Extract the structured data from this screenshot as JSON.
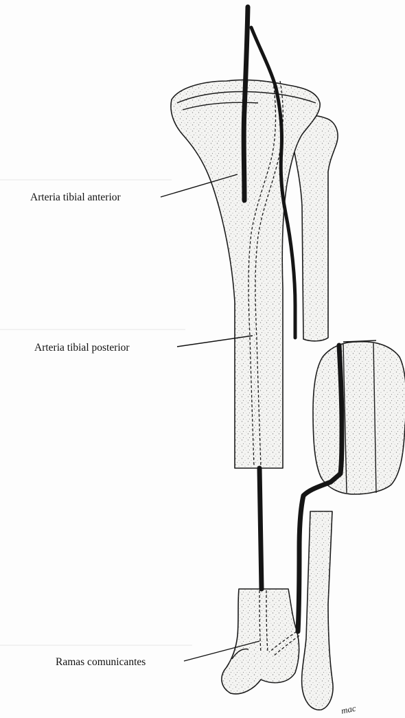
{
  "labels": {
    "anterior": "Arteria tibial anterior",
    "posterior": "Arteria tibial posterior",
    "comunicantes": "Ramas comunicantes"
  },
  "signature": "mac",
  "colors": {
    "ink": "#151515",
    "bone_fill": "#f4f4f2",
    "paper": "#fdfdfd"
  }
}
